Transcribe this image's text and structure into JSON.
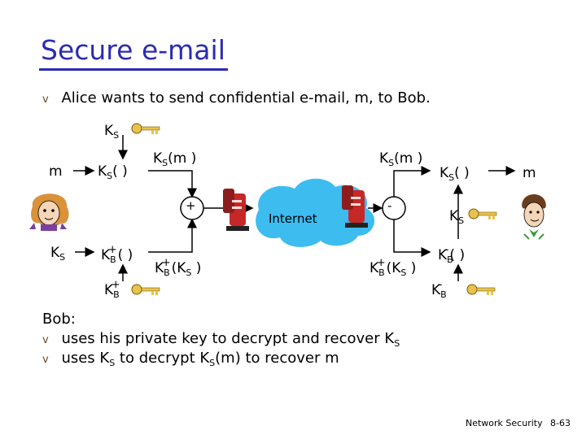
{
  "slide": {
    "title": "Secure e-mail",
    "intro": "Alice wants to send confidential e-mail, m, to Bob.",
    "bob_heading": "Bob:",
    "bob_points": [
      {
        "pre": "uses his private key to decrypt and recover K",
        "sub": "S",
        "post": ""
      },
      {
        "pre": "uses K",
        "sub": "S",
        "mid": " to decrypt K",
        "sub2": "S",
        "post": "(m) to recover m"
      }
    ],
    "footer_title": "Network Security",
    "page_number": "8-63",
    "bullet_glyph": "v"
  },
  "diagram": {
    "cloud_label": "Internet",
    "plus_sign": "+",
    "minus_sign": "-",
    "alice": {
      "m": "m",
      "ks_key": {
        "main": "K",
        "sub": "S"
      },
      "ks_left": {
        "main": "K",
        "sub": "S"
      },
      "ks_encrypt": {
        "main": "K",
        "sub": "S",
        "tail": "( )"
      },
      "ks_m_out": {
        "main": "K",
        "sub": "S",
        "tail": "(m )"
      },
      "kb_encrypt": {
        "main": "K",
        "sub": "B",
        "sup": "+",
        "tail": "( )"
      },
      "kb_key": {
        "main": "K",
        "sub": "B",
        "sup": "+"
      },
      "kb_ks_out": {
        "main": "K",
        "sub": "B",
        "sup": "+",
        "tail": "(K",
        "sub2": "S",
        "tail2": " )"
      }
    },
    "bob": {
      "m": "m",
      "ks_m_in": {
        "main": "K",
        "sub": "S",
        "tail": "(m )"
      },
      "ks_decrypt": {
        "main": "K",
        "sub": "S",
        "tail": "( )"
      },
      "ks_recovered": {
        "main": "K",
        "sub": "S"
      },
      "kb_ks_in": {
        "main": "K",
        "sub": "B",
        "sup": "+",
        "tail": "(K",
        "sub2": "S",
        "tail2": " )"
      },
      "kb_decrypt": {
        "main": "K",
        "sub": "B",
        "sup": "-",
        "tail": "( )"
      },
      "kb_key": {
        "main": "K",
        "sub": "B",
        "sup": "-"
      }
    },
    "colors": {
      "title": "#2b2bb3",
      "cloud": "#3dbcf0",
      "key": "#e8c24a",
      "router": "#c62828",
      "bullet": "#6b4a2a"
    },
    "icons": [
      "alice-icon",
      "bob-icon",
      "key-icon",
      "router-icon",
      "internet-cloud"
    ]
  }
}
